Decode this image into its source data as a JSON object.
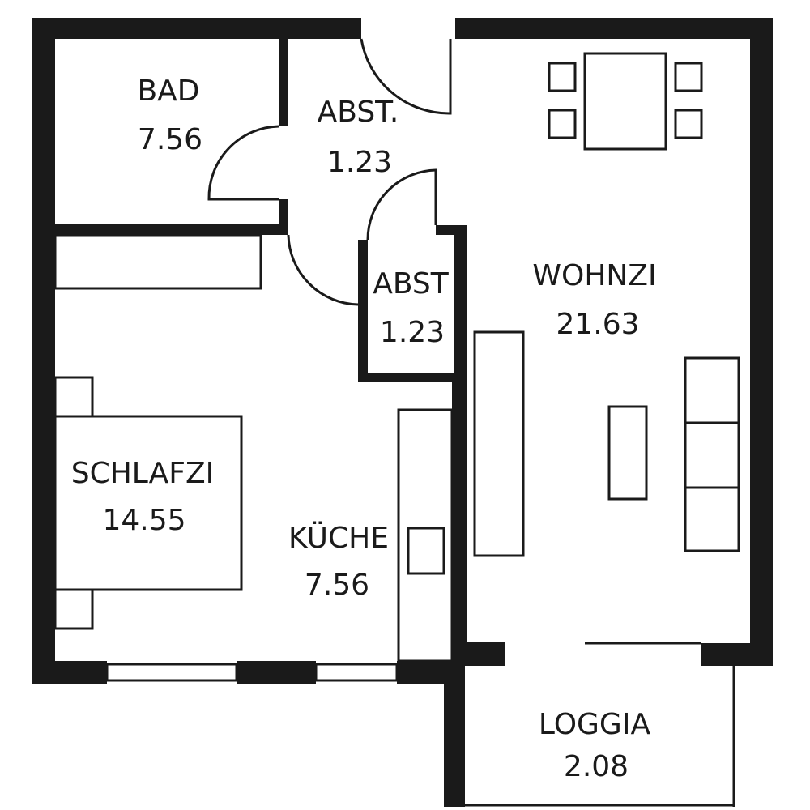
{
  "rooms": {
    "bad": {
      "name": "BAD",
      "area": "7.56"
    },
    "abst1": {
      "name": "ABST.",
      "area": "1.23"
    },
    "abst2": {
      "name": "ABST",
      "area": "1.23"
    },
    "wohnzi": {
      "name": "WOHNZI",
      "area": "21.63"
    },
    "schlafzi": {
      "name": "SCHLAFZI",
      "area": "14.55"
    },
    "kueche": {
      "name": "KÜCHE",
      "area": "7.56"
    },
    "loggia": {
      "name": "LOGGIA",
      "area": "2.08"
    }
  },
  "colors": {
    "wall": "#1a1a1a",
    "background": "#ffffff"
  }
}
